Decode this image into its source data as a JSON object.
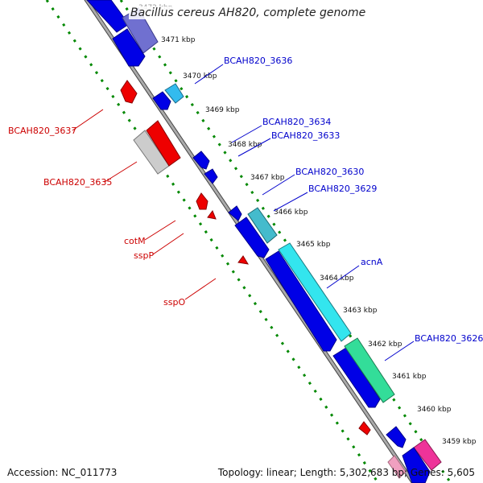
{
  "title": "Bacillus cereus AH820, complete genome",
  "footer": {
    "accession": "Accession: NC_011773",
    "summary": "Topology: linear; Length: 5,302,683 bp; Genes: 5,605"
  },
  "colors": {
    "forward": "#0000e6",
    "reverse": "#ee0000",
    "label_forward": "#0000cc",
    "label_reverse": "#cc0000",
    "backbone": "#888888",
    "dots": "#008800"
  },
  "ticks": [
    "3472 kbp",
    "3471 kbp",
    "3470 kbp",
    "3469 kbp",
    "3468 kbp",
    "3467 kbp",
    "3466 kbp",
    "3465 kbp",
    "3464 kbp",
    "3463 kbp",
    "3462 kbp",
    "3461 kbp",
    "3460 kbp",
    "3459 kbp"
  ],
  "forward_labels": [
    "BCAH820_3636",
    "BCAH820_3634",
    "BCAH820_3633",
    "BCAH820_3630",
    "BCAH820_3629",
    "acnA",
    "BCAH820_3626"
  ],
  "reverse_labels": [
    "BCAH820_3637",
    "BCAH820_3635",
    "cotM",
    "sspP",
    "sspO"
  ]
}
